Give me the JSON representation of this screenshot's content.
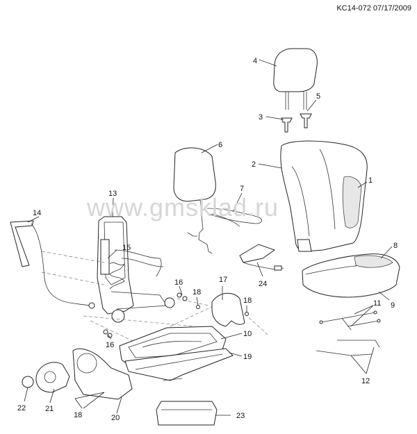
{
  "reference": "KC14-072 07/17/2009",
  "watermark": "www.gmsklad.ru",
  "callouts": [
    "1",
    "2",
    "3",
    "4",
    "5",
    "6",
    "7",
    "8",
    "9",
    "10",
    "11",
    "12",
    "13",
    "14",
    "15",
    "16",
    "16",
    "17",
    "18",
    "18",
    "18",
    "19",
    "20",
    "21",
    "22",
    "23",
    "24"
  ]
}
